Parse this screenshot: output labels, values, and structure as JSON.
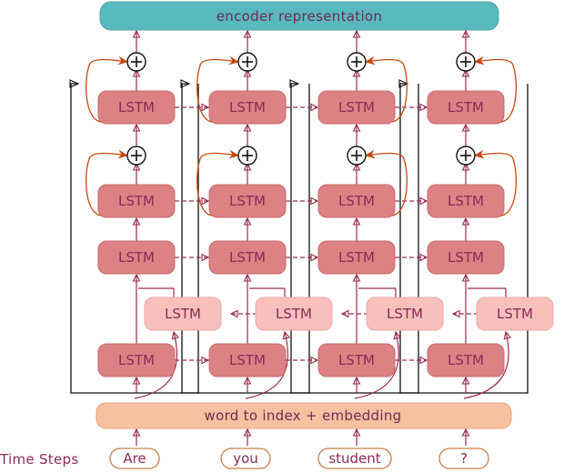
{
  "header": {
    "label": "encoder  representation"
  },
  "embedding": {
    "label": "word to index + embedding"
  },
  "lstm_label": "LSTM",
  "time_steps_label": "Time Steps",
  "tokens": [
    "Are",
    "you",
    "student",
    "?"
  ],
  "colors": {
    "header_fill": "#5ab8bf",
    "lstm_fill": "#dc8284",
    "lstm_backward_fill": "#f7c0bd",
    "embedding_fill": "#f7c1a0",
    "text": "#8b2a55",
    "arrow": "#9a2a52",
    "residual": "#c44a10",
    "frame": "#111111"
  }
}
